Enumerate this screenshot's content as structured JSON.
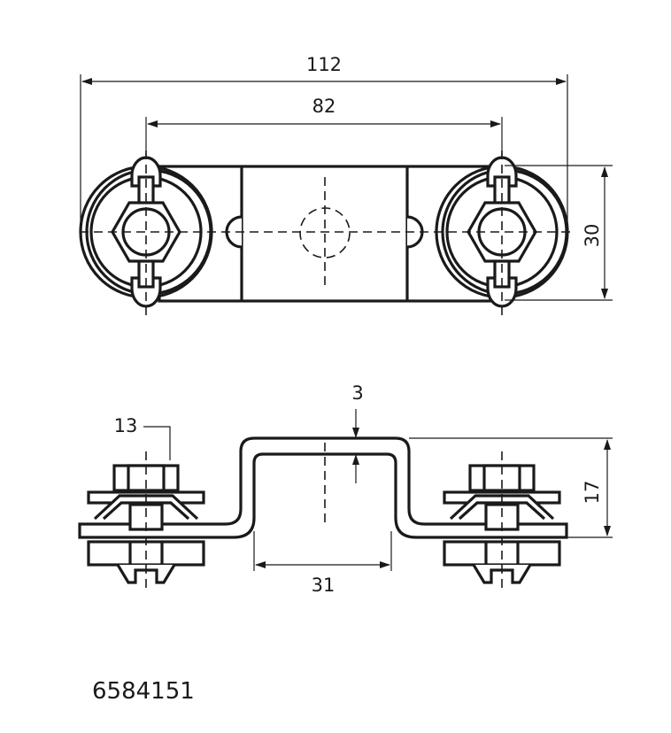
{
  "drawing": {
    "top_view": {
      "dim_overall_length": "112",
      "dim_bolt_spacing": "82",
      "dim_width": "30"
    },
    "side_view": {
      "dim_thickness": "3",
      "dim_wrench_size": "13",
      "dim_channel_width": "31",
      "dim_height": "17"
    },
    "part_number": "6584151"
  }
}
